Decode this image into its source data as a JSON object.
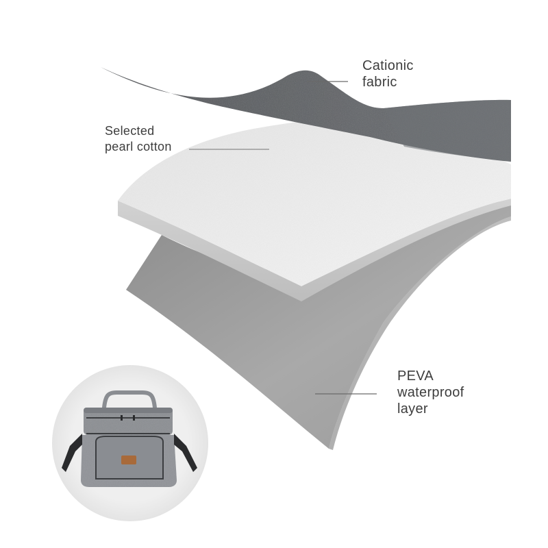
{
  "labels": {
    "cationic_fabric": [
      "Cationic",
      "fabric"
    ],
    "pearl_cotton": [
      "Selected",
      "pearl cotton"
    ],
    "peva_layer": [
      "PEVA",
      "waterproof",
      "layer"
    ]
  },
  "layers": [
    {
      "name": "Cationic fabric",
      "color": "#5f6266"
    },
    {
      "name": "Selected pearl cotton",
      "color": "#f2f2f2"
    },
    {
      "name": "PEVA waterproof layer",
      "color": "#9e9e9e"
    }
  ],
  "product": {
    "type": "lunch-cooler-bag",
    "color": "#8a8d92",
    "tag_color": "#a86a3a"
  }
}
